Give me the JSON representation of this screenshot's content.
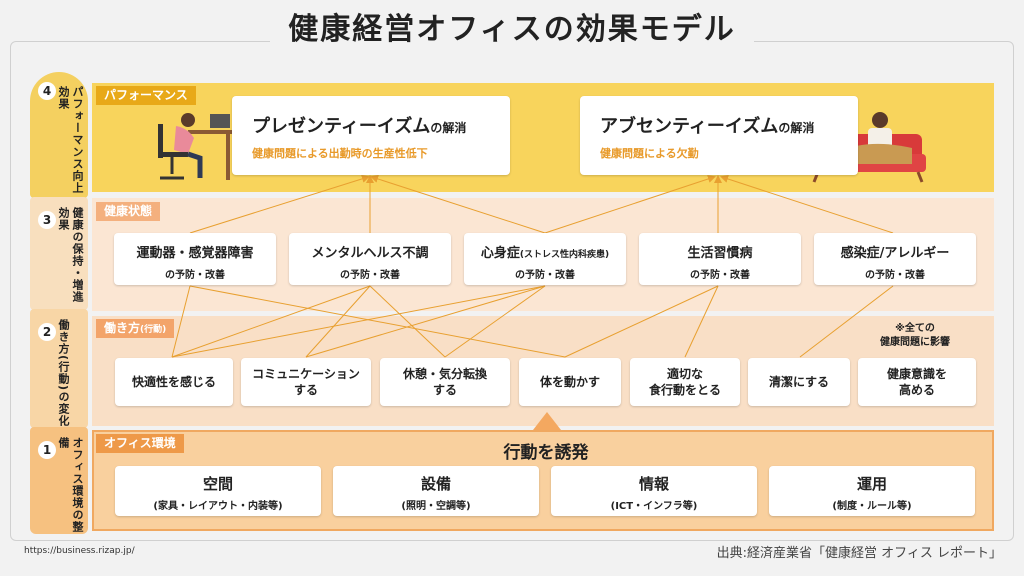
{
  "title": "健康経営オフィスの効果モデル",
  "rails": [
    {
      "num": "4",
      "text": "パフォーマンス向上効果"
    },
    {
      "num": "3",
      "text": "健康の保持・増進効果"
    },
    {
      "num": "2",
      "text": "働き方(行動)の変化"
    },
    {
      "num": "1",
      "text": "オフィス環境の整備"
    }
  ],
  "sections": {
    "performance": "パフォーマンス",
    "health": "健康状態",
    "workstyle_main": "働き方",
    "workstyle_sub": "(行動)",
    "office": "オフィス環境"
  },
  "performance_cards": [
    {
      "title": "プレゼンティーイズム",
      "suffix": "の解消",
      "sub": "健康問題による出勤時の生産性低下"
    },
    {
      "title": "アブセンティーイズム",
      "suffix": "の解消",
      "sub": "健康問題による欠勤"
    }
  ],
  "health_cards": [
    {
      "line1": "運動器・感覚器障害",
      "line1_small": "",
      "line2": "の予防・改善"
    },
    {
      "line1": "メンタルヘルス不調",
      "line1_small": "",
      "line2": "の予防・改善"
    },
    {
      "line1": "心身症",
      "line1_small": "(ストレス性内科疾患)",
      "line2": "の予防・改善"
    },
    {
      "line1": "生活習慣病",
      "line1_small": "",
      "line2": "の予防・改善"
    },
    {
      "line1": "感染症/アレルギー",
      "line1_small": "",
      "line2": "の予防・改善"
    }
  ],
  "work_cards": [
    {
      "l1": "快適性を感じる",
      "l2": ""
    },
    {
      "l1": "コミュニケーション",
      "l2": "する"
    },
    {
      "l1": "休憩・気分転換",
      "l2": "する"
    },
    {
      "l1": "体を動かす",
      "l2": ""
    },
    {
      "l1": "適切な",
      "l2": "食行動をとる"
    },
    {
      "l1": "清潔にする",
      "l2": ""
    },
    {
      "l1": "健康意識を",
      "l2": "高める"
    }
  ],
  "note": {
    "line1": "※全ての",
    "line2": "健康問題に影響"
  },
  "induce": "行動を誘発",
  "office_cards": [
    {
      "title": "空間",
      "sub": "(家具・レイアウト・内装等)"
    },
    {
      "title": "設備",
      "sub": "(照明・空調等)"
    },
    {
      "title": "情報",
      "sub": "(ICT・インフラ等)"
    },
    {
      "title": "運用",
      "sub": "(制度・ルール等)"
    }
  ],
  "footer": {
    "url": "https://business.rizap.jp/",
    "source": "出典:経済産業省「健康経営 オフィス レポート」"
  },
  "colors": {
    "performance_band": "#f8d45c",
    "health_band": "#fbe6d3",
    "work_band": "#f9dfc6",
    "office_band": "#f9d09e",
    "accent_line": "#e8a030",
    "subtitle": "#e89a2a"
  }
}
